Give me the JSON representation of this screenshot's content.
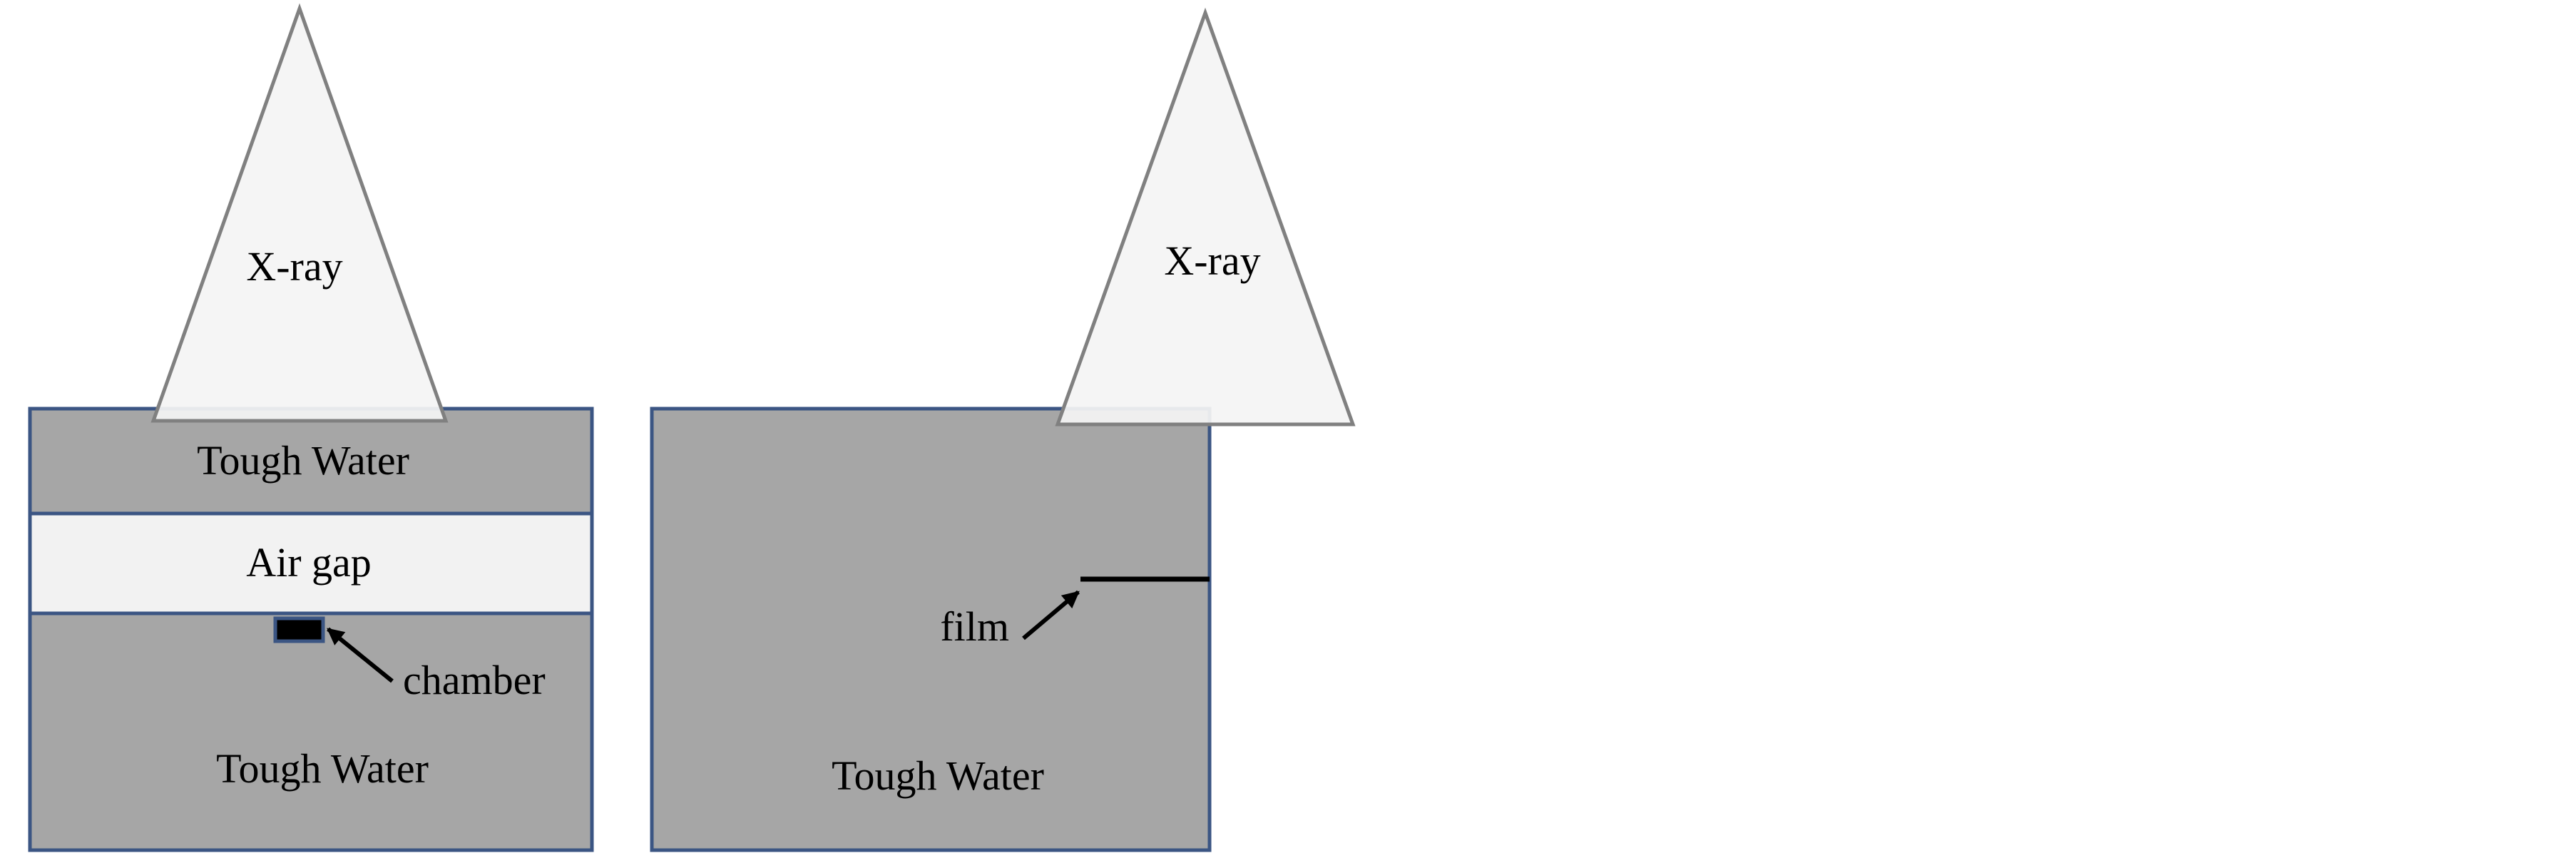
{
  "left_setup": {
    "beam_label": "X-ray",
    "top_block_label": "Tough Water",
    "air_gap_label": "Air gap",
    "chamber_label": "chamber",
    "bottom_block_label": "Tough Water"
  },
  "right_setup": {
    "beam_label": "X-ray",
    "film_label": "film",
    "block_label": "Tough Water"
  },
  "colors": {
    "phantom_fill": "#a6a6a6",
    "phantom_border": "#3b5583",
    "beam_fill": "#f4f4f4",
    "beam_stroke": "#808080",
    "air_gap_fill": "#f2f2f2",
    "chamber_fill": "#000000",
    "chamber_border": "#3b5583"
  }
}
